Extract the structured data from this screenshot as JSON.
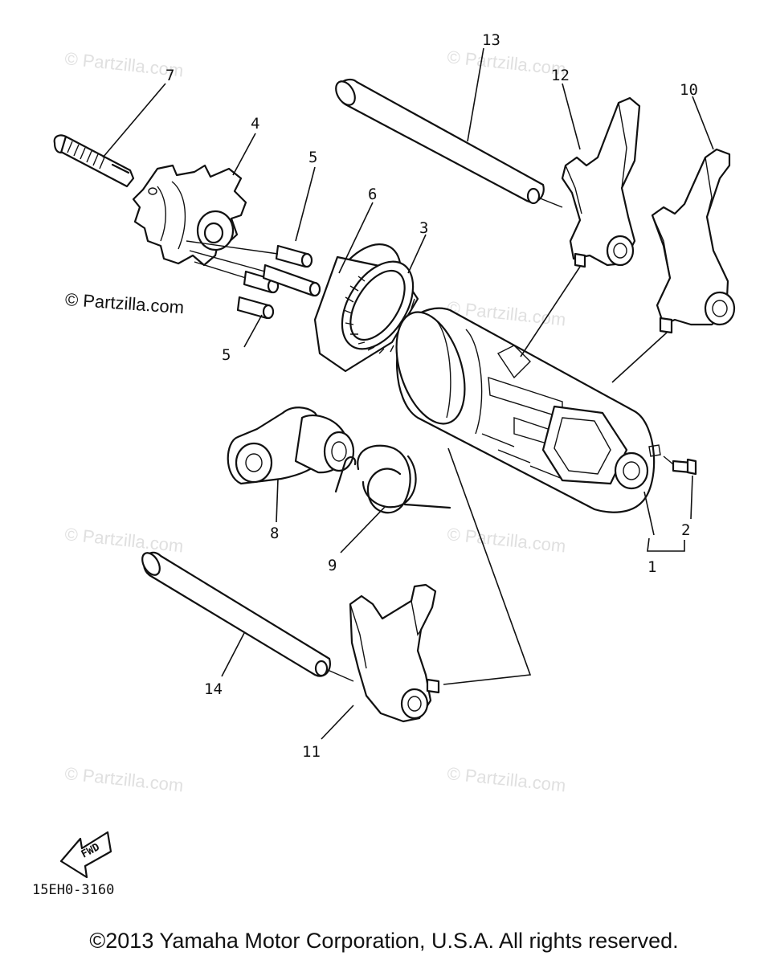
{
  "watermark": "© Partzilla.com",
  "drawing_code": "15EH0-3160",
  "fwd_label": "FWD",
  "copyright": "©2013 Yamaha Motor Corporation, U.S.A. All rights reserved.",
  "callouts": [
    {
      "id": "c1",
      "label": "1"
    },
    {
      "id": "c2",
      "label": "2"
    },
    {
      "id": "c3",
      "label": "3"
    },
    {
      "id": "c4",
      "label": "4"
    },
    {
      "id": "c5a",
      "label": "5"
    },
    {
      "id": "c5b",
      "label": "5"
    },
    {
      "id": "c6",
      "label": "6"
    },
    {
      "id": "c7",
      "label": "7"
    },
    {
      "id": "c8",
      "label": "8"
    },
    {
      "id": "c9",
      "label": "9"
    },
    {
      "id": "c10",
      "label": "10"
    },
    {
      "id": "c11",
      "label": "11"
    },
    {
      "id": "c12",
      "label": "12"
    },
    {
      "id": "c13",
      "label": "13"
    },
    {
      "id": "c14",
      "label": "14"
    }
  ]
}
